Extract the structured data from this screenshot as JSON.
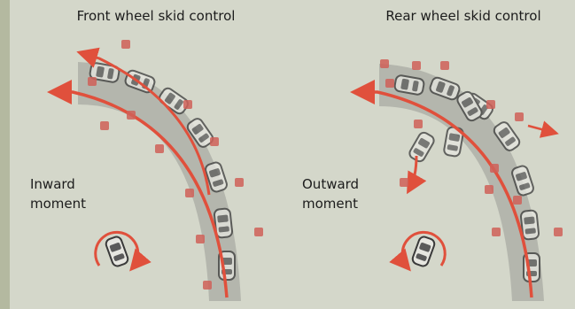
{
  "panels": {
    "front": {
      "title": "Front wheel skid control",
      "moment_line1": "Inward",
      "moment_line2": "moment"
    },
    "rear": {
      "title": "Rear wheel skid control",
      "moment_line1": "Outward",
      "moment_line2": "moment"
    }
  },
  "colors": {
    "background": "#d4d7ca",
    "road": "#aeb0a8",
    "car_outline": "#3a3a3a",
    "force_arrow": "#e0503c",
    "force_marker": "#cf6058"
  }
}
